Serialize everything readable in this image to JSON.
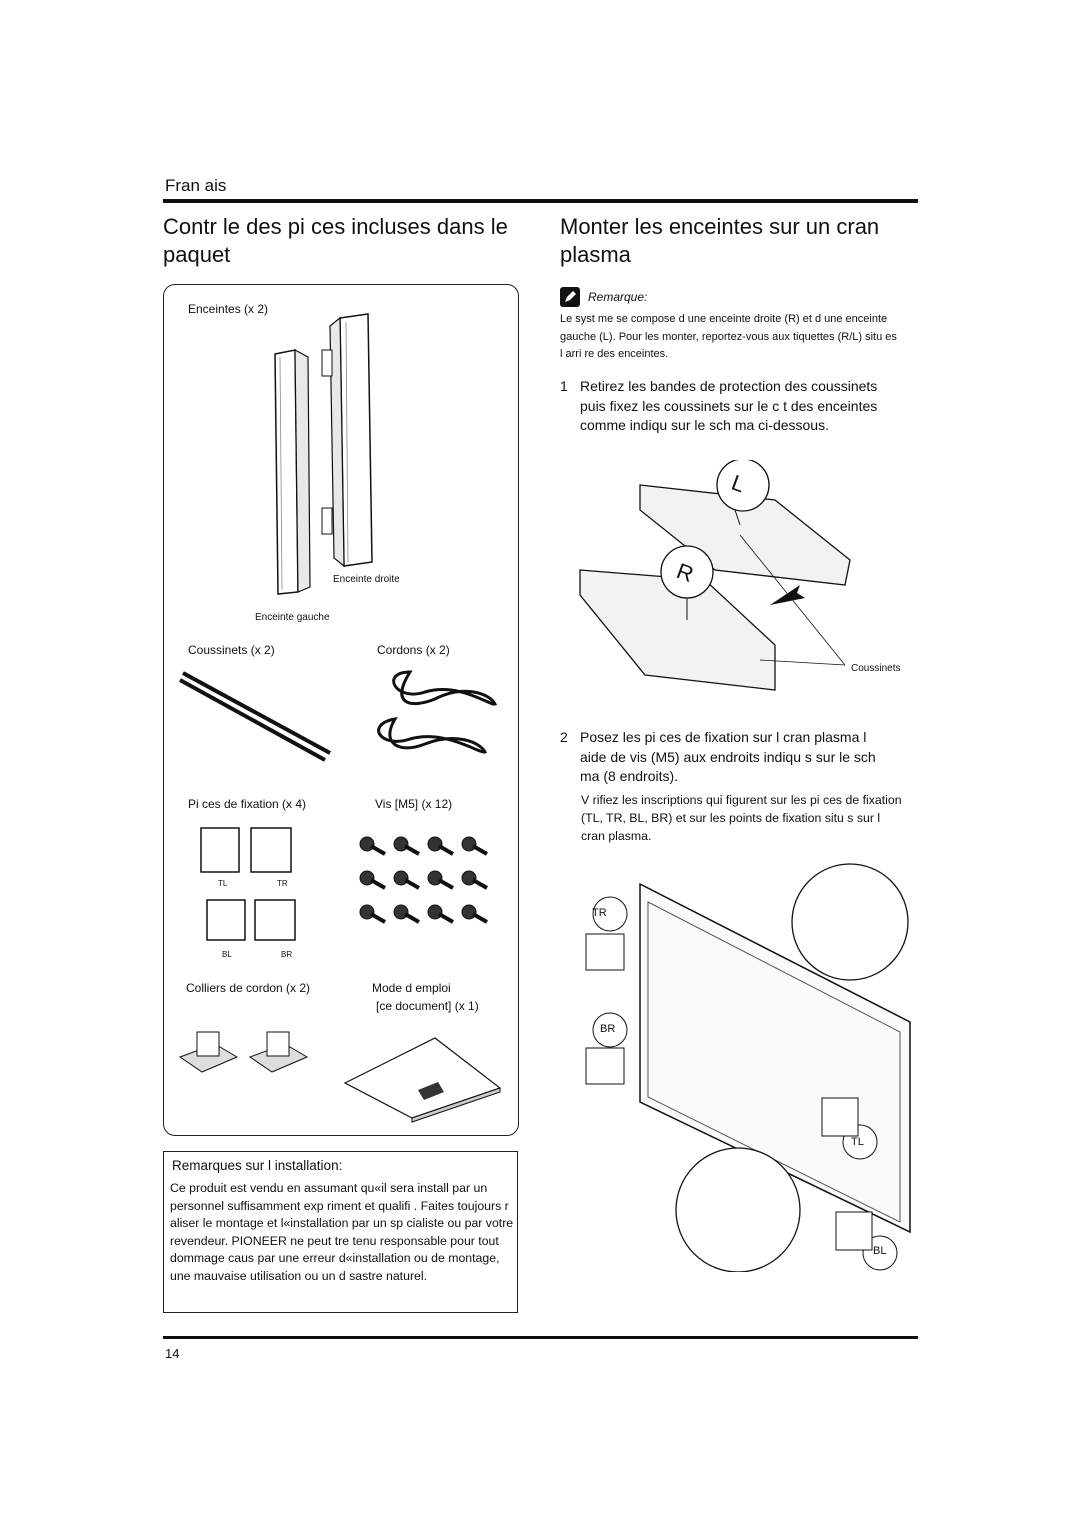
{
  "header": {
    "language": "Fran ais"
  },
  "left": {
    "title": "Contr le des pi ces incluses dans le paquet",
    "items": {
      "speakers": "Enceintes (x 2)",
      "right_speaker": "Enceinte droite",
      "left_speaker": "Enceinte gauche",
      "pads": "Coussinets (x 2)",
      "cords": "Cordons (x 2)",
      "brackets": "Pi ces de fixation (x 4)",
      "screws": "Vis [M5] (x 12)",
      "bracket_tl": "TL",
      "bracket_tr": "TR",
      "bracket_bl": "BL",
      "bracket_br": "BR",
      "clamps": "Colliers de cordon (x 2)",
      "manual_line1": "Mode d emploi",
      "manual_line2": "[ce document] (x 1)"
    },
    "notes": {
      "title": "Remarques sur l installation:",
      "text": "Ce produit est vendu en assumant qu«il sera install  par un personnel suffisamment exp riment  et qualifi . Faites toujours r aliser le montage et l«installation par un sp cialiste ou par votre revendeur. PIONEER ne peut  tre tenu responsable pour tout dommage caus  par une erreur d«installation ou de montage, une mauvaise utilisation ou un d sastre naturel."
    }
  },
  "right": {
    "title": "Monter les enceintes sur un  cran plasma",
    "remark_label": "Remarque:",
    "remark_text": "Le syst  me se compose d  une enceinte droite (R) et d   une enceinte gauche (L). Pour les monter, reportez-vous aux  tiquettes (R/L) situ    es   l arri  re des enceintes.",
    "step1_num": "1",
    "step1_text": "Retirez les bandes de protection des coussinets puis fixez les coussinets sur le c    t  des enceintes comme indiqu      sur le sch   ma ci-dessous.",
    "fig1_L": "L",
    "fig1_R": "R",
    "fig1_pads": "Coussinets",
    "step2_num": "2",
    "step2_text": "Posez les pi ces de fixation sur l  cran plasma   l aide de vis (M5) aux endroits indiqu s sur le sch ma (8 endroits).",
    "step2_sub": "V rifiez les inscriptions qui figurent sur les pi ces de fixation (TL, TR, BL, BR) et sur les points de fixation situ s sur l  cran   plasma.",
    "fig2_TR": "TR",
    "fig2_BR": "BR",
    "fig2_TL": "TL",
    "fig2_BL": "BL"
  },
  "footer": {
    "page": "14"
  }
}
